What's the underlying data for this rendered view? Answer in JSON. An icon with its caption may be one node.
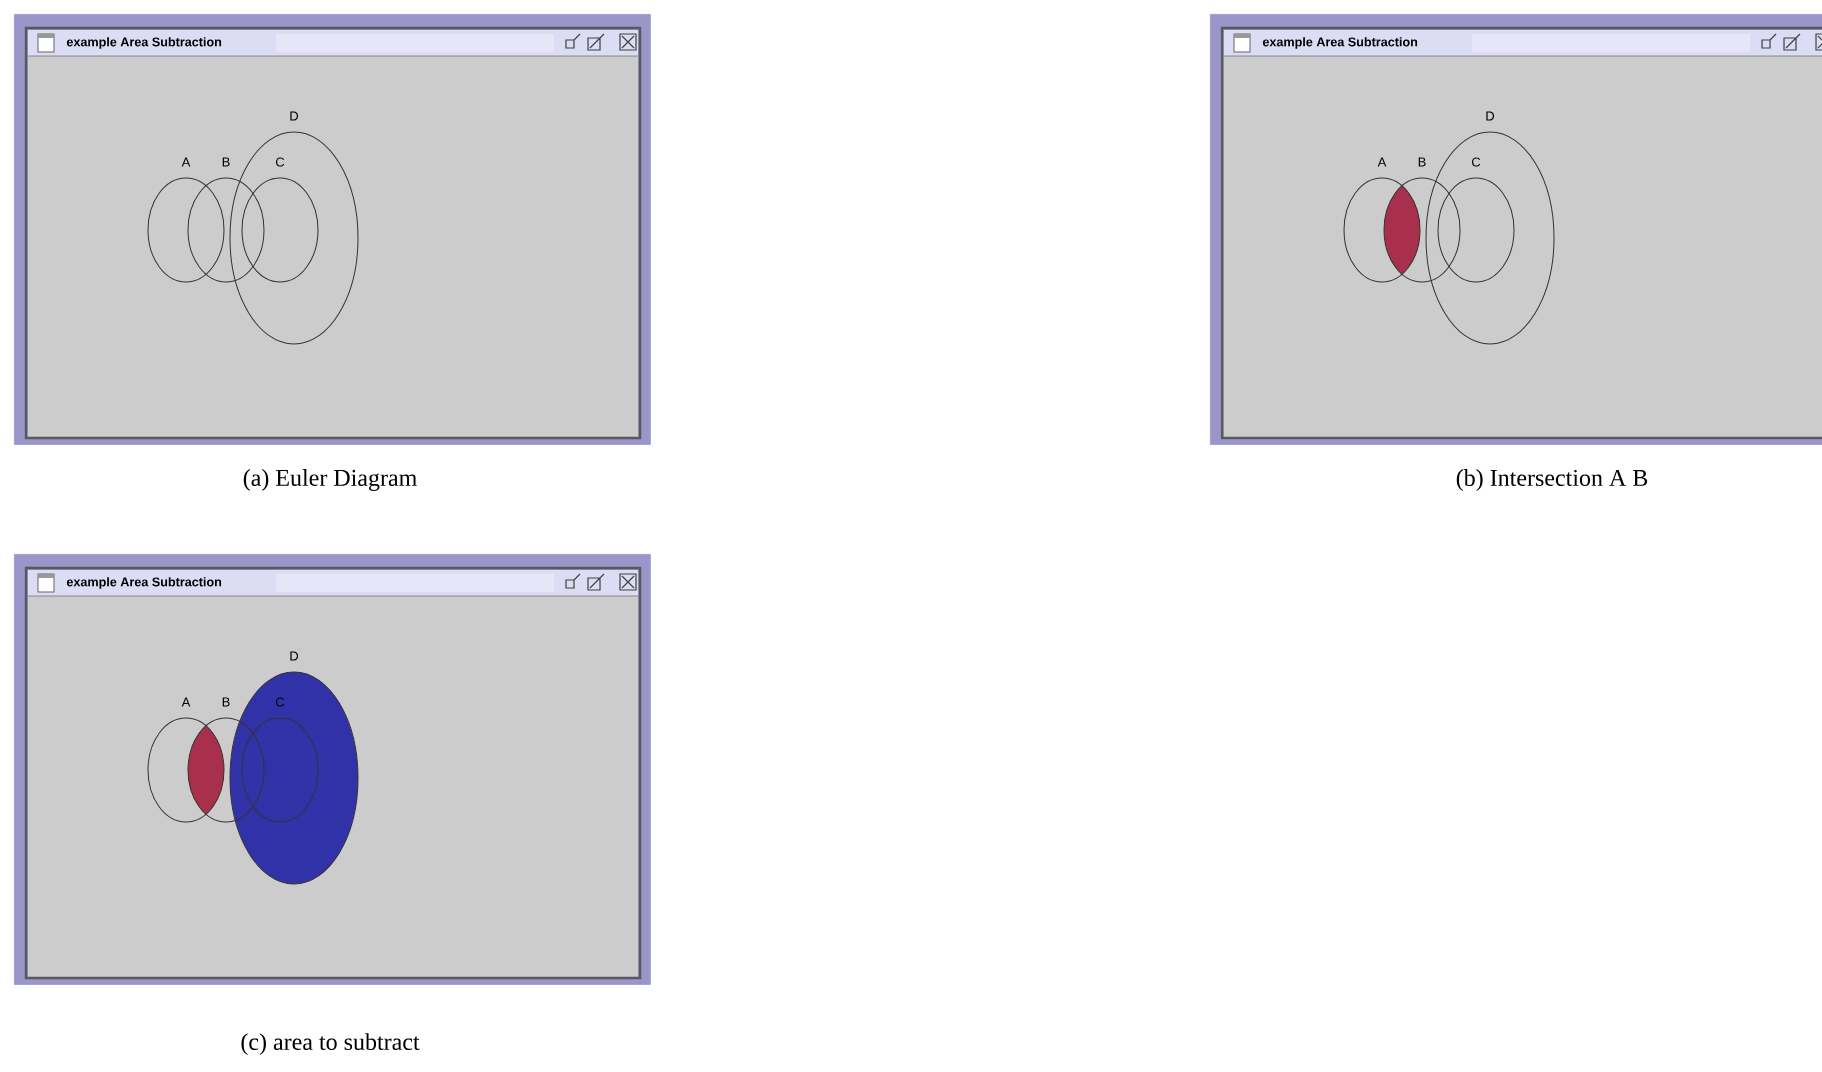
{
  "diagram": {
    "nodes": [
      {
        "text": [
          "example Area Subtraction"
        ],
        "beside": [
          "(a) Euler Diagram"
        ]
      },
      {
        "text": [
          "A"
        ],
        "in": 0
      },
      {
        "text": [
          "B"
        ],
        "in": 0
      },
      {
        "text": [
          "D"
        ],
        "in": 0
      },
      {
        "text": [
          "C"
        ],
        "in": 3
      },
      {
        "text": [
          "example Area Subtraction"
        ],
        "beside": [
          "(b) Intersection A B"
        ]
      },
      {
        "text": [
          "A"
        ],
        "in": 5
      },
      {
        "text": [
          "B"
        ],
        "in": 5
      },
      {
        "text": [
          "D"
        ],
        "in": 5
      },
      {
        "text": [
          "C"
        ],
        "in": 8
      },
      {
        "text": [
          "example Area Subtraction"
        ],
        "beside": [
          "(c) area to subtract"
        ]
      },
      {
        "text": [
          "A"
        ],
        "in": 10
      },
      {
        "text": [
          "B"
        ],
        "in": 10
      },
      {
        "text": [
          "D"
        ],
        "in": 10
      },
      {
        "text": [
          "C"
        ],
        "in": 13
      }
    ]
  }
}
